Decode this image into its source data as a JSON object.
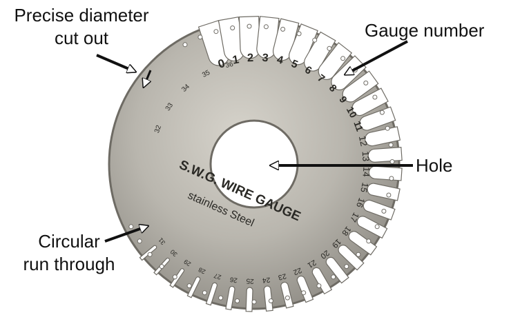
{
  "gauge": {
    "title": "S.W.G. WIRE GAUGE",
    "subtitle": "stainless Steel",
    "outer_numbers": [
      "0",
      "1",
      "2",
      "3",
      "4",
      "5",
      "6",
      "7",
      "8",
      "9",
      "10",
      "11",
      "12",
      "13",
      "14",
      "15",
      "16",
      "17",
      "18",
      "19",
      "20",
      "21",
      "22",
      "23",
      "24",
      "25",
      "26",
      "27",
      "28",
      "29",
      "30",
      "31"
    ],
    "inner_numbers": [
      "32",
      "33",
      "34",
      "35",
      "36"
    ],
    "colors": {
      "body": "#b8b5ad",
      "edge": "#6e6b64",
      "text": "#2a2925"
    }
  },
  "callouts": {
    "precise_line1": "Precise diameter",
    "precise_line2": "cut out",
    "gauge_number": "Gauge number",
    "hole": "Hole",
    "circular_line1": "Circular",
    "circular_line2": "run through"
  }
}
